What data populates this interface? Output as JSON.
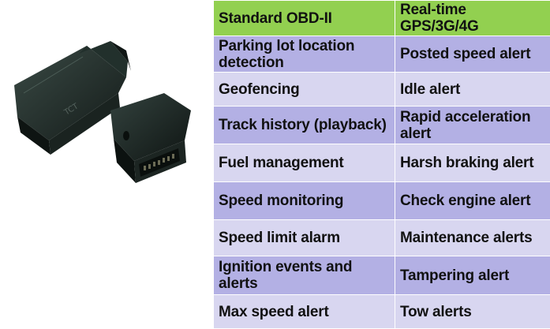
{
  "colors": {
    "header_bg": "#92d050",
    "row_dark": "#b3b0e4",
    "row_light": "#d8d6f0",
    "device_body": "#1f2a27"
  },
  "photo": {
    "icon": "obd-gps-device-photo"
  },
  "table": {
    "header": [
      "Standard OBD-II",
      "Real-time GPS/3G/4G"
    ],
    "rows": [
      [
        "Parking lot location detection",
        "Posted speed alert"
      ],
      [
        "Geofencing",
        "Idle alert"
      ],
      [
        "Track history (playback)",
        "Rapid acceleration alert"
      ],
      [
        "Fuel management",
        "Harsh braking alert"
      ],
      [
        "Speed monitoring",
        "Check engine alert"
      ],
      [
        "Speed limit alarm",
        "Maintenance alerts"
      ],
      [
        "Ignition events and alerts",
        "Tampering alert"
      ],
      [
        "Max speed alert",
        "Tow alerts"
      ]
    ]
  }
}
